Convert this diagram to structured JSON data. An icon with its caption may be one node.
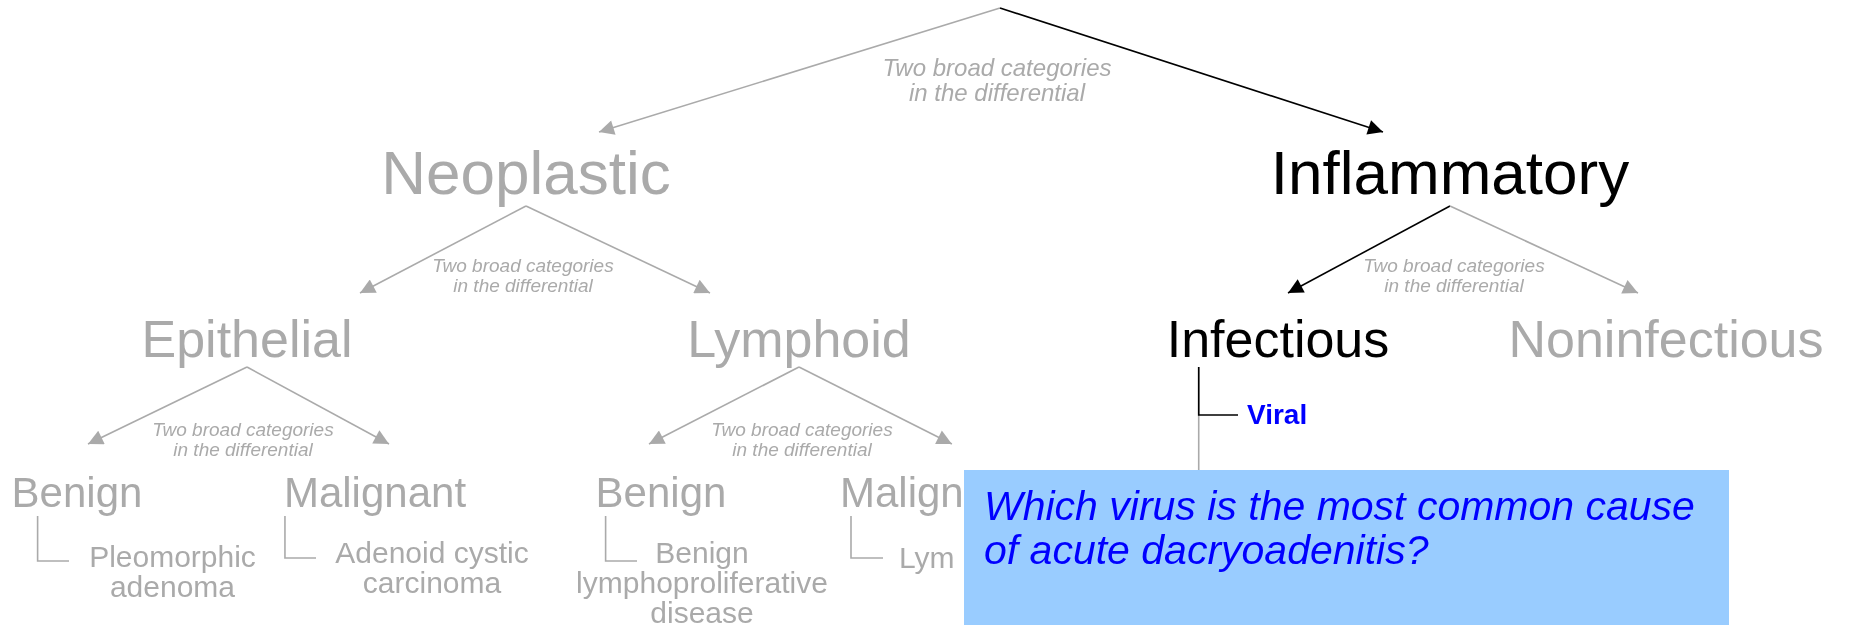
{
  "diagram": {
    "nodes": [
      {
        "text": [
          "Neoplastic"
        ]
      },
      {
        "text": [
          "Inflammatory"
        ]
      },
      {
        "text": [
          "Epithelial"
        ]
      },
      {
        "text": [
          "Lymphoid"
        ]
      },
      {
        "text": [
          "Infectious"
        ]
      },
      {
        "text": [
          "Noninfectious"
        ]
      },
      {
        "text": [
          "Benign"
        ]
      },
      {
        "text": [
          "Malignant"
        ]
      },
      {
        "text": [
          "Benign"
        ]
      },
      {
        "text": [
          "Malign"
        ]
      },
      {
        "text": [
          "Pleomorphic adenoma"
        ]
      },
      {
        "text": [
          "Adenoid cystic carcinoma"
        ]
      },
      {
        "text": [
          "Benign lymphoproliferative disease"
        ]
      },
      {
        "text": [
          "Lym"
        ]
      },
      {
        "text": [
          "Viral"
        ]
      },
      {
        "text": [
          "Which virus is the most common cause of acute dacryoadenitis?"
        ]
      }
    ],
    "edges": [
      {
        "from": null,
        "to": 0,
        "arrow": "to"
      },
      {
        "from": null,
        "to": 1,
        "arrow": "to",
        "color": "#000000"
      },
      {
        "from": 0,
        "to": 2,
        "arrow": "to"
      },
      {
        "from": 0,
        "to": 3,
        "arrow": "to"
      },
      {
        "from": 1,
        "to": 4,
        "arrow": "to",
        "color": "#000000"
      },
      {
        "from": 1,
        "to": 5,
        "arrow": "to"
      },
      {
        "from": 2,
        "to": 6,
        "arrow": "to"
      },
      {
        "from": 2,
        "to": 7,
        "arrow": "to"
      },
      {
        "from": 3,
        "to": 8,
        "arrow": "to"
      },
      {
        "from": 3,
        "to": 9,
        "arrow": "to"
      },
      {
        "from": 6,
        "to": 10,
        "arrow": "none"
      },
      {
        "from": 7,
        "to": 11,
        "arrow": "none"
      },
      {
        "from": 8,
        "to": 12,
        "arrow": "none"
      },
      {
        "from": 9,
        "to": 13,
        "arrow": "none"
      },
      {
        "from": 4,
        "to": 15,
        "arrow": "none"
      },
      {
        "from": 4,
        "to": 14,
        "arrow": "none",
        "color": "#000000"
      }
    ],
    "labels": [
      "Two broad categories in the differential",
      "Two broad categories in the differential",
      "Two broad categories in the differential",
      "Two broad categories in the differential",
      "Two broad categories in the differential"
    ]
  }
}
